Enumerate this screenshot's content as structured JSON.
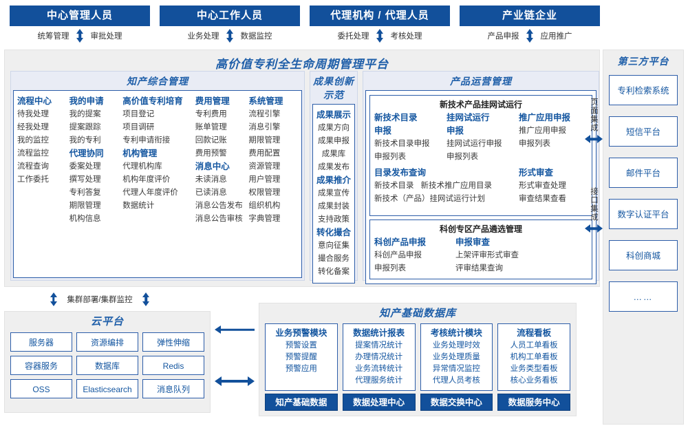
{
  "actors": [
    {
      "title": "中心管理人员",
      "left_label": "统筹管理",
      "right_label": "审批处理"
    },
    {
      "title": "中心工作人员",
      "left_label": "业务处理",
      "right_label": "数据监控"
    },
    {
      "title": "代理机构 / 代理人员",
      "left_label": "委托处理",
      "right_label": "考核处理"
    },
    {
      "title": "产业链企业",
      "left_label": "产品申报",
      "right_label": "应用推广"
    }
  ],
  "platform": {
    "title": "高价值专利全生命周期管理平台",
    "groups": {
      "zhichan": {
        "title": "知产综合管理",
        "columns": [
          {
            "items": [
              {
                "type": "cat",
                "text": "流程中心"
              },
              {
                "type": "itm",
                "text": "待我处理"
              },
              {
                "type": "itm",
                "text": "经我处理"
              },
              {
                "type": "itm",
                "text": "我的监控"
              },
              {
                "type": "itm",
                "text": "流程监控"
              },
              {
                "type": "itm",
                "text": "流程查询"
              },
              {
                "type": "itm",
                "text": "工作委托"
              }
            ]
          },
          {
            "items": [
              {
                "type": "cat",
                "text": "我的申请"
              },
              {
                "type": "itm",
                "text": "我的提案"
              },
              {
                "type": "itm",
                "text": "提案跟踪"
              },
              {
                "type": "itm",
                "text": "我的专利"
              },
              {
                "type": "cat",
                "text": "代理协同"
              },
              {
                "type": "itm",
                "text": "委案处理"
              },
              {
                "type": "itm",
                "text": "撰写处理"
              },
              {
                "type": "itm",
                "text": "专利答复"
              },
              {
                "type": "itm",
                "text": "期限管理"
              },
              {
                "type": "itm",
                "text": "机构信息"
              }
            ]
          },
          {
            "items": [
              {
                "type": "cat",
                "text": "高价值专利培育"
              },
              {
                "type": "itm",
                "text": "项目登记"
              },
              {
                "type": "itm",
                "text": "项目调研"
              },
              {
                "type": "itm",
                "text": "专利申请衔接"
              },
              {
                "type": "cat",
                "text": "机构管理"
              },
              {
                "type": "itm",
                "text": "代理机构库"
              },
              {
                "type": "itm",
                "text": "机构年度评价"
              },
              {
                "type": "itm",
                "text": "代理人年度评价"
              },
              {
                "type": "itm",
                "text": "数据统计"
              }
            ]
          },
          {
            "items": [
              {
                "type": "cat",
                "text": "费用管理"
              },
              {
                "type": "itm",
                "text": "专利费用"
              },
              {
                "type": "itm",
                "text": "账单管理"
              },
              {
                "type": "itm",
                "text": "回款记账"
              },
              {
                "type": "itm",
                "text": "费用预警"
              },
              {
                "type": "cat",
                "text": "消息中心"
              },
              {
                "type": "itm",
                "text": "未读消息"
              },
              {
                "type": "itm",
                "text": "已读消息"
              },
              {
                "type": "itm",
                "text": "消息公告发布"
              },
              {
                "type": "itm",
                "text": "消息公告审核"
              }
            ]
          },
          {
            "items": [
              {
                "type": "cat",
                "text": "系统管理"
              },
              {
                "type": "itm",
                "text": "流程引擎"
              },
              {
                "type": "itm",
                "text": "消息引擎"
              },
              {
                "type": "itm",
                "text": "期限管理"
              },
              {
                "type": "itm",
                "text": "费用配置"
              },
              {
                "type": "itm",
                "text": "资源管理"
              },
              {
                "type": "itm",
                "text": "用户管理"
              },
              {
                "type": "itm",
                "text": "权限管理"
              },
              {
                "type": "itm",
                "text": "组织机构"
              },
              {
                "type": "itm",
                "text": "字典管理"
              }
            ]
          }
        ]
      },
      "chengguo": {
        "title": "成果创新示范",
        "items": [
          {
            "type": "cat",
            "text": "成果展示"
          },
          {
            "type": "itm",
            "text": "成果方向"
          },
          {
            "type": "itm",
            "text": "成果申报"
          },
          {
            "type": "itm",
            "text": "成果库"
          },
          {
            "type": "itm",
            "text": "成果发布"
          },
          {
            "type": "cat",
            "text": "成果推介"
          },
          {
            "type": "itm",
            "text": "成果宣传"
          },
          {
            "type": "itm",
            "text": "成果封装"
          },
          {
            "type": "itm",
            "text": "支持政策"
          },
          {
            "type": "cat",
            "text": "转化撮合"
          },
          {
            "type": "itm",
            "text": "意向征集"
          },
          {
            "type": "itm",
            "text": "撮合服务"
          },
          {
            "type": "itm",
            "text": "转化备案"
          }
        ]
      },
      "chanpin": {
        "title": "产品运营管理",
        "box_top": {
          "title": "新技术产品挂网试运行",
          "columns": [
            {
              "cat": "新技术目录\n申报",
              "items": [
                "新技术目录申报",
                "申报列表"
              ]
            },
            {
              "cat": "挂网试运行\n申报",
              "items": [
                "挂网试运行申报",
                "申报列表"
              ]
            },
            {
              "cat": "推广应用申报",
              "items": [
                "推广应用申报",
                "申报列表"
              ]
            }
          ],
          "row2_left_cat": "目录发布查询",
          "row2_left_items_inline": [
            "新技术目录",
            "新技术推广应用目录"
          ],
          "row2_left_item2": "新技术（产品）挂网试运行计划",
          "row2_right_cat": "形式审查",
          "row2_right_items": [
            "形式审查处理",
            "审查结果查看"
          ]
        },
        "box_bottom": {
          "title": "科创专区产品遴选管理",
          "columns": [
            {
              "cat": "科创产品申报",
              "items": [
                "科创产品申报",
                "申报列表"
              ]
            },
            {
              "cat": "申报审查",
              "items": [
                "上架评审形式审查",
                "评审结果查询"
              ]
            }
          ]
        }
      }
    }
  },
  "integration": [
    {
      "label": "页面集成"
    },
    {
      "label": "接口集成"
    }
  ],
  "third_party": {
    "title": "第三方平台",
    "items": [
      "专利检索系统",
      "短信平台",
      "邮件平台",
      "数字认证平台",
      "科创商城",
      "……"
    ]
  },
  "cluster_label": "集群部署/集群监控",
  "cloud": {
    "title": "云平台",
    "cells": [
      "服务器",
      "资源编排",
      "弹性伸缩",
      "容器服务",
      "数据库",
      "Redis",
      "OSS",
      "Elasticsearch",
      "消息队列"
    ]
  },
  "database": {
    "title": "知产基础数据库",
    "columns": [
      {
        "title": "业务预警模块",
        "items": [
          "预警设置",
          "预警提醒",
          "预警应用"
        ],
        "footer": "知产基础数据"
      },
      {
        "title": "数据统计报表",
        "items": [
          "提案情况统计",
          "办理情况统计",
          "业务流转统计",
          "代理服务统计"
        ],
        "footer": "数据处理中心"
      },
      {
        "title": "考核统计模块",
        "items": [
          "业务处理时效",
          "业务处理质量",
          "异常情况监控",
          "代理人员考核"
        ],
        "footer": "数据交换中心"
      },
      {
        "title": "流程看板",
        "items": [
          "人员工单看板",
          "机构工单看板",
          "业务类型看板",
          "核心业务看板"
        ],
        "footer": "数据服务中心"
      }
    ]
  },
  "colors": {
    "brand": "#12509B",
    "title": "#1F5FA9",
    "cat": "#1456A0",
    "border": "#2B5CA8"
  }
}
